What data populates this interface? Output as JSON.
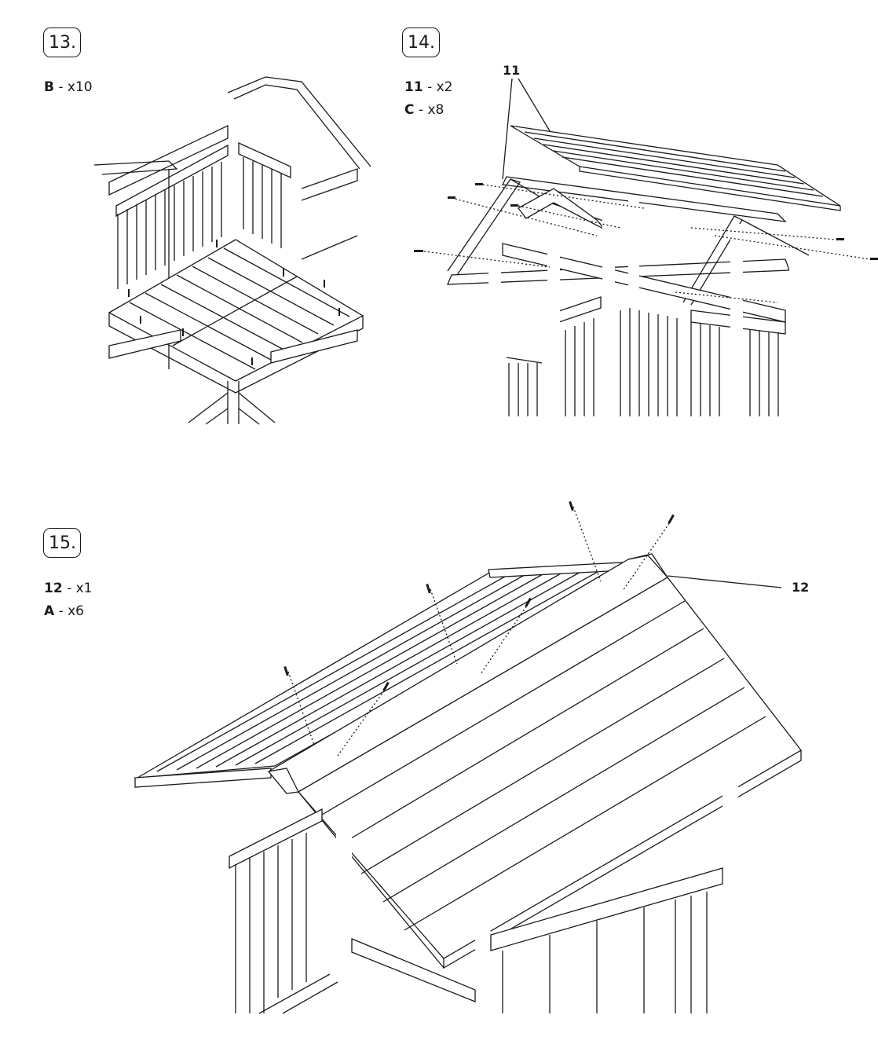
{
  "steps": [
    {
      "number": "13.",
      "parts": [
        {
          "code": "B",
          "qty": "x10"
        }
      ]
    },
    {
      "number": "14.",
      "parts": [
        {
          "code": "11",
          "qty": "x2"
        },
        {
          "code": "C",
          "qty": "x8"
        }
      ],
      "callout": "11"
    },
    {
      "number": "15.",
      "parts": [
        {
          "code": "12",
          "qty": "x1"
        },
        {
          "code": "A",
          "qty": "x6"
        }
      ],
      "callout": "12"
    }
  ],
  "separator": "-"
}
